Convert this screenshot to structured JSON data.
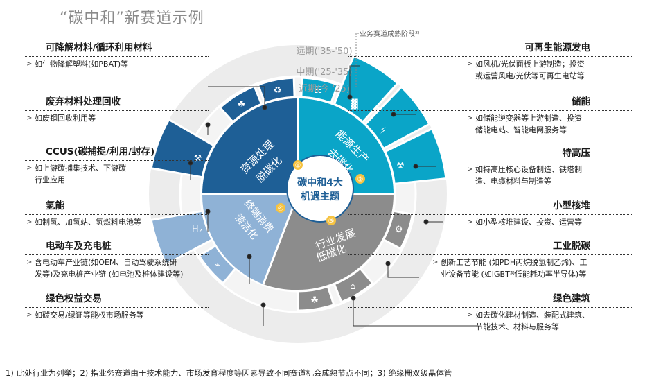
{
  "title": "“碳中和”新赛道示例",
  "legend": "业务赛道成熟阶段²⁾",
  "rings": [
    "远期('35-'50)",
    "中期('25-'35)",
    "近期(今-'25)"
  ],
  "center": {
    "line1": "碳中和4大",
    "line2": "机遇主题"
  },
  "themes": [
    {
      "label1": "资源处理",
      "label2": "脱碳化",
      "badge": "①"
    },
    {
      "label1": "能源生产",
      "label2": "去碳化",
      "badge": "②"
    },
    {
      "label1": "行业发展",
      "label2": "低碳化",
      "badge": "③"
    },
    {
      "label1": "终端消费",
      "label2": "清洁化",
      "badge": "④"
    }
  ],
  "left": [
    {
      "title": "可降解材料/循环利用材料",
      "lines": [
        "如生物降解塑料(如PBAT)等"
      ]
    },
    {
      "title": "废弃材料处理回收",
      "lines": [
        "如废钢回收利用等"
      ]
    },
    {
      "title": "CCUS(碳捕捉/利用/封存)",
      "lines": [
        "如上游碳捕集技术、下游碳",
        "行业应用"
      ]
    },
    {
      "title": "氢能",
      "lines": [
        "如制氢、加氢站、氢燃料电池等"
      ]
    },
    {
      "title": "电动车及充电桩",
      "lines": [
        "含电动车产业链(如OEM、自动驾驶系统研",
        "发等)及充电桩产业链 (如电池及桩体建设等)"
      ]
    },
    {
      "title": "绿色权益交易",
      "lines": [
        "如碳交易/绿证等能权市场服务等"
      ]
    }
  ],
  "right": [
    {
      "title": "可再生能源发电",
      "lines": [
        "如风机/光伏面板上游制造；投资",
        "或运营风电/光伏等可再生电站等"
      ]
    },
    {
      "title": "储能",
      "lines": [
        "如储能逆变器等上游制造、投资",
        "储能电站、智能电网服务等"
      ]
    },
    {
      "title": "特高压",
      "lines": [
        "如特高压核心设备制造、铁塔制",
        "造、电缆材料与制造等"
      ]
    },
    {
      "title": "小型核堆",
      "lines": [
        "如小型核堆建设、投资、运营等"
      ]
    },
    {
      "title": "工业脱碳",
      "lines": [
        "创新工艺节能 (如PDH丙烷脱氢制乙烯)、工",
        "业设备节能 (如IGBT³⁾低能耗功率半导体)等"
      ]
    },
    {
      "title": "绿色建筑",
      "lines": [
        "如去碳化建材制造、装配式建筑、",
        "节能技术、材料与服务等"
      ]
    }
  ],
  "footnote": "1) 此处行业为列举；2) 指业务赛道由于技术能力、市场发育程度等因素导致不同赛道机会成熟节点不同；3) 绝缘栅双级晶体管",
  "colors": {
    "dark_blue": "#1e5f96",
    "teal": "#0aa5c8",
    "gray": "#8c8c8c",
    "light_blue": "#8fb2d6",
    "ring": "#e6e6e6"
  }
}
